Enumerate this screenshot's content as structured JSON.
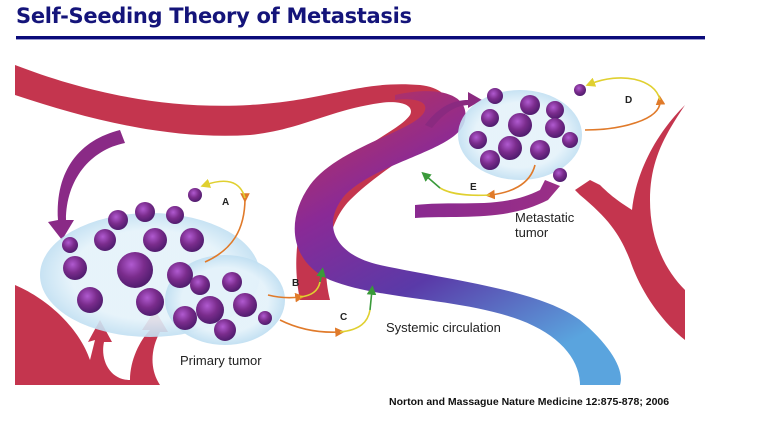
{
  "slide": {
    "title": "Self-Seeding Theory of Metastasis",
    "citation": "Norton and Massague Nature Medicine 12:875-878; 2006"
  },
  "figure": {
    "labels": {
      "primary_tumor": "Primary tumor",
      "metastatic_tumor_line1": "Metastatic",
      "metastatic_tumor_line2": "tumor",
      "systemic_circulation": "Systemic circulation"
    },
    "pathways": [
      "A",
      "B",
      "C",
      "D",
      "E"
    ],
    "colors": {
      "artery": "#c4354e",
      "vessel_purple": "#7a2aa0",
      "vein_blue": "#5aa0dc",
      "cell_nucleus": "#7a2c8c",
      "cell_membrane": "#cfe6f5",
      "arrow_orange": "#e07a2a",
      "arrow_yellow": "#e8e040",
      "arrow_green": "#3a9a3a",
      "title": "#14147a"
    }
  }
}
